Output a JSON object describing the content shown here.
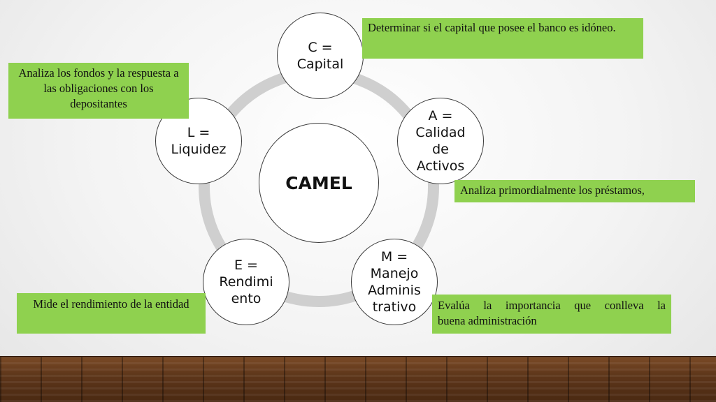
{
  "center": {
    "label": "CAMEL"
  },
  "components": [
    {
      "id": "c",
      "label": "C =\nCapital",
      "description": "Determinar si el capital que posee el banco es idóneo."
    },
    {
      "id": "a",
      "label": "A =\nCalidad\nde\nActivos",
      "description": "Analiza primordialmente los préstamos,"
    },
    {
      "id": "m",
      "label": "M =\nManejo\nAdminis\ntrativo",
      "description_lines": [
        "Evalúa la importancia que conlleva la",
        "buena administración"
      ]
    },
    {
      "id": "e",
      "label": "E =\nRendimi\nento",
      "description": "Mide el rendimiento de la entidad"
    },
    {
      "id": "l",
      "label": "L =\nLiquidez",
      "description": "Analiza los fondos y la respuesta a las obligaciones con los depositantes"
    }
  ],
  "colors": {
    "note_fill": "#8fd14f",
    "ring": "#cfcfcf",
    "node_fill": "#ffffff",
    "node_border": "#3a3a3a"
  }
}
